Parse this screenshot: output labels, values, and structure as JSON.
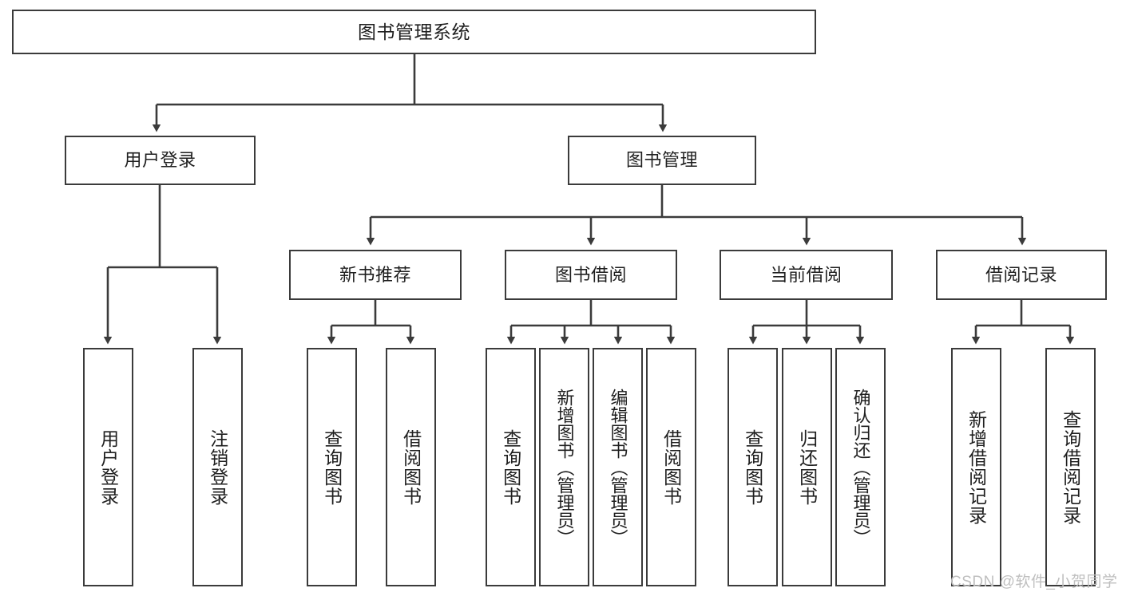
{
  "diagram": {
    "title": "图书管理系统",
    "type": "tree-hierarchy",
    "root": {
      "label": "图书管理系统"
    },
    "level2": [
      {
        "label": "用户登录"
      },
      {
        "label": "图书管理"
      }
    ],
    "level3": [
      {
        "label": "新书推荐"
      },
      {
        "label": "图书借阅"
      },
      {
        "label": "当前借阅"
      },
      {
        "label": "借阅记录"
      }
    ],
    "leaves": {
      "user_login": [
        {
          "label": "用户登录"
        },
        {
          "label": "注销登录"
        }
      ],
      "new_book_recommend": [
        {
          "label": "查询图书"
        },
        {
          "label": "借阅图书"
        }
      ],
      "book_borrow": [
        {
          "label": "查询图书"
        },
        {
          "label": "新增图书（管理员）"
        },
        {
          "label": "编辑图书（管理员）"
        },
        {
          "label": "借阅图书"
        }
      ],
      "current_borrow": [
        {
          "label": "查询图书"
        },
        {
          "label": "归还图书"
        },
        {
          "label": "确认归还（管理员）"
        }
      ],
      "borrow_record": [
        {
          "label": "新增借阅记录"
        },
        {
          "label": "查询借阅记录"
        }
      ]
    }
  },
  "watermark": {
    "text": "CSDN @软件_小贺同学"
  },
  "colors": {
    "border": "#3b3b3b",
    "text": "#1f1f1f",
    "background": "#ffffff",
    "watermark": "#bfbfbf"
  }
}
